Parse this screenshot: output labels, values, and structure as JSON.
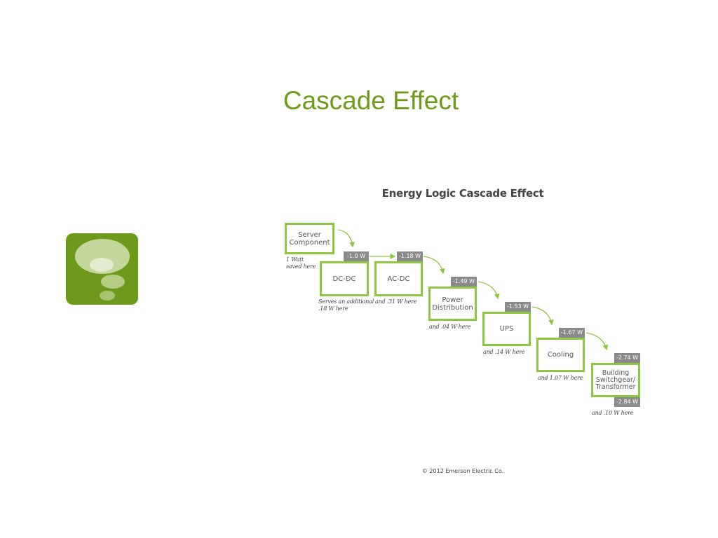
{
  "slide": {
    "title": "Cascade Effect"
  },
  "icon": {
    "name": "thought-bubble-icon",
    "background": "#6d9a1b"
  },
  "figure": {
    "title": "Energy Logic Cascade Effect",
    "copyright": "© 2012 Emerson Electric Co.",
    "box_border_color": "#8dc63f",
    "tag_color": "#8a8a8a",
    "steps": [
      {
        "label": "Server\nComponent",
        "tag": "",
        "note": "1 Watt\nsaved here"
      },
      {
        "label": "DC-DC",
        "tag": "-1.0 W",
        "note": "Serves an additional\n.18 W here"
      },
      {
        "label": "AC-DC",
        "tag": "-1.18 W",
        "note": "and .31 W here"
      },
      {
        "label": "Power\nDistribution",
        "tag": "-1.49 W",
        "note": "and .04 W here"
      },
      {
        "label": "UPS",
        "tag": "-1.53 W",
        "note": "and .14 W here"
      },
      {
        "label": "Cooling",
        "tag": "-1.67 W",
        "note": "and 1.07 W here"
      },
      {
        "label": "Building\nSwitchgear/\nTransformer",
        "tag": "-2.74 W",
        "tag_bottom": "-2.84 W",
        "note": "and .10 W here"
      }
    ]
  }
}
